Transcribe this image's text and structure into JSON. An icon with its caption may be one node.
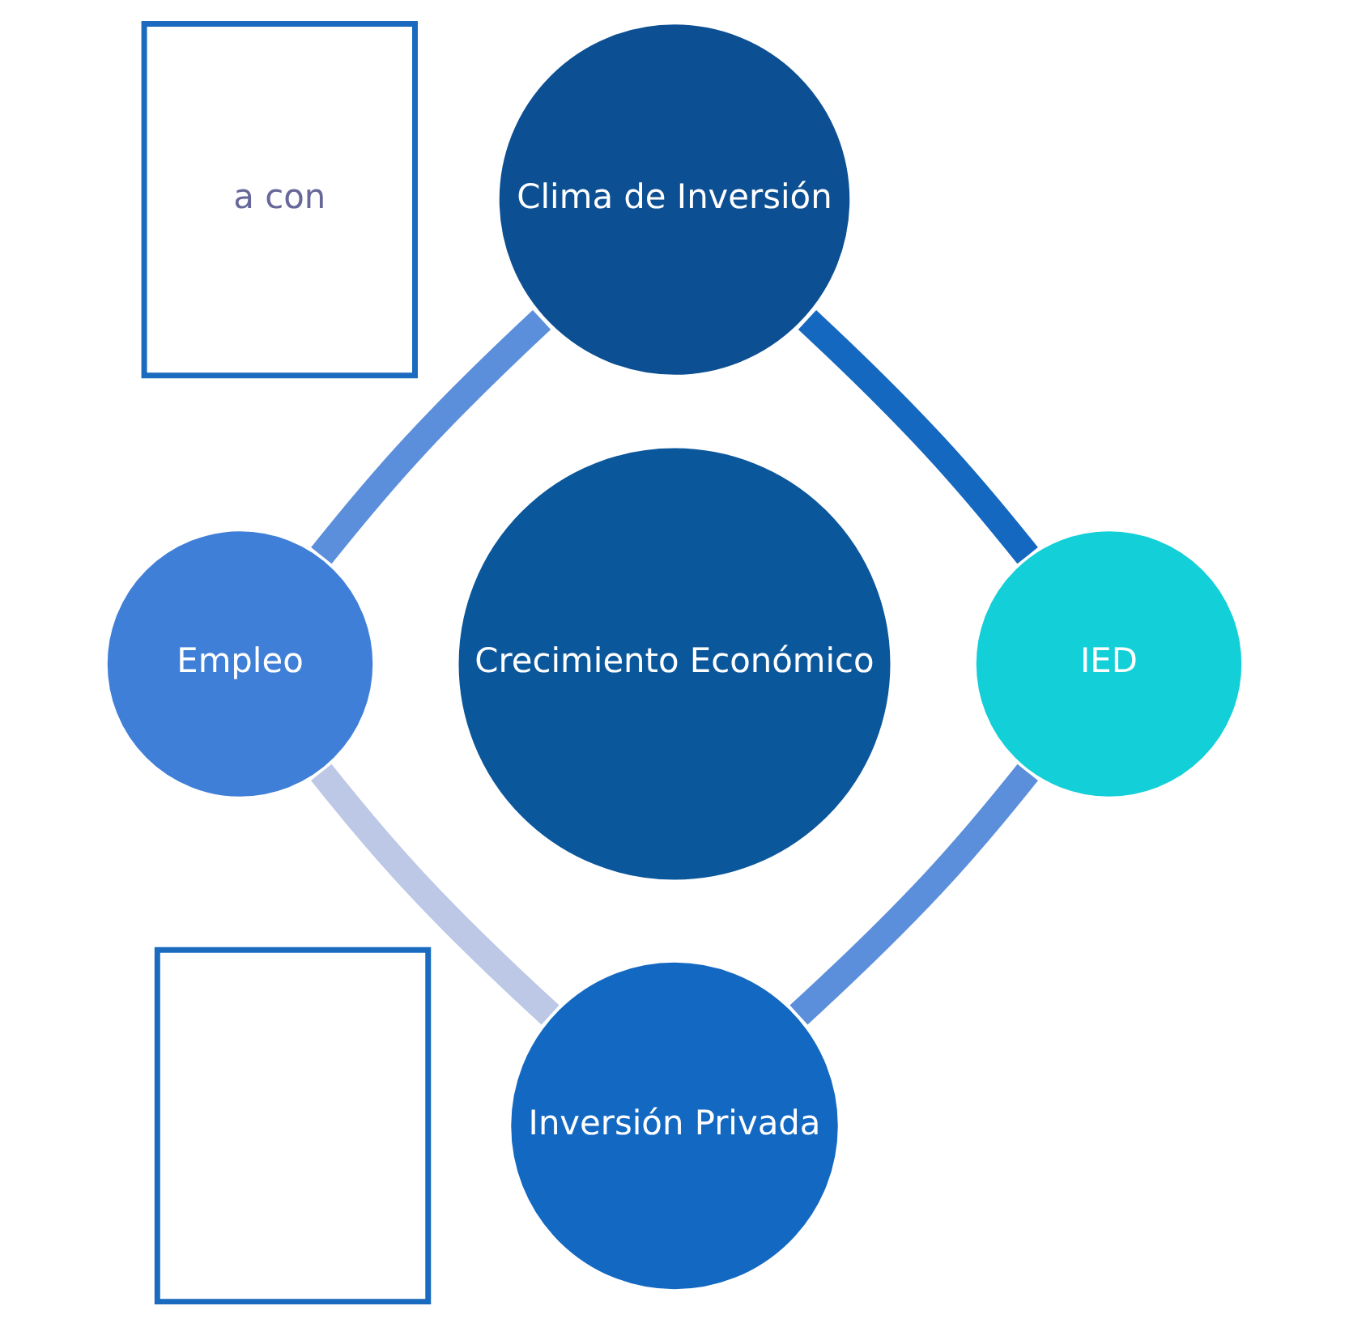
{
  "diagram": {
    "nodes": [
      {
        "text": [
          "a con"
        ]
      },
      {
        "text": [],
        "shape": "box"
      },
      {
        "text": [
          "Clima de Inversión"
        ]
      },
      {
        "text": [
          "Empleo"
        ]
      },
      {
        "text": [
          "Crecimiento Económico"
        ]
      },
      {
        "text": [
          "IED"
        ]
      },
      {
        "text": [
          "Inversión Privada"
        ]
      }
    ],
    "edges": [
      {
        "from": 2,
        "to": 5,
        "arrow": "none",
        "color": "#1568c0"
      },
      {
        "from": 5,
        "to": 6,
        "arrow": "none"
      },
      {
        "from": 6,
        "to": 3,
        "arrow": "none",
        "color": "#bcc8e6"
      },
      {
        "from": 3,
        "to": 2,
        "arrow": "none"
      }
    ]
  }
}
